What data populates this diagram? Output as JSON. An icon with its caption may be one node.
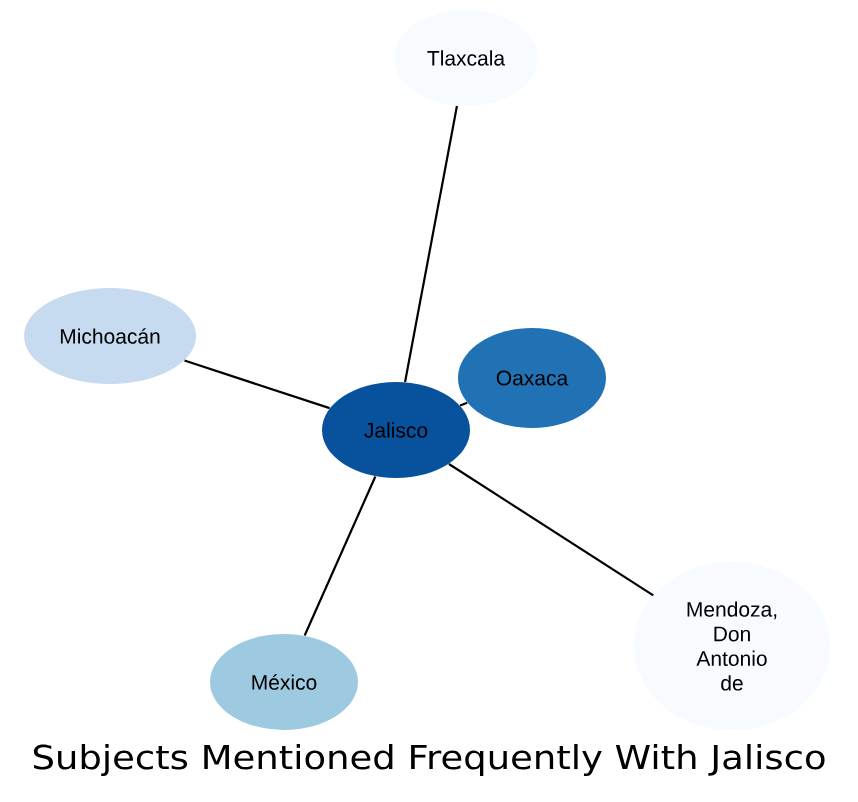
{
  "diagram": {
    "title": "Subjects Mentioned Frequently With Jalisco",
    "nodes": [
      {
        "text": [
          "Tlaxcala"
        ]
      },
      {
        "text": [
          "Michoacán"
        ]
      },
      {
        "text": [
          "Oaxaca"
        ]
      },
      {
        "text": [
          "Jalisco"
        ]
      },
      {
        "text": [
          "Mendoza, Don Antonio de"
        ]
      },
      {
        "text": [
          "México"
        ]
      }
    ],
    "edges": [
      {
        "from": 3,
        "to": 0,
        "arrow": "none"
      },
      {
        "from": 3,
        "to": 1,
        "arrow": "none"
      },
      {
        "from": 3,
        "to": 2,
        "arrow": "none"
      },
      {
        "from": 3,
        "to": 4,
        "arrow": "none"
      },
      {
        "from": 3,
        "to": 5,
        "arrow": "none"
      }
    ]
  }
}
